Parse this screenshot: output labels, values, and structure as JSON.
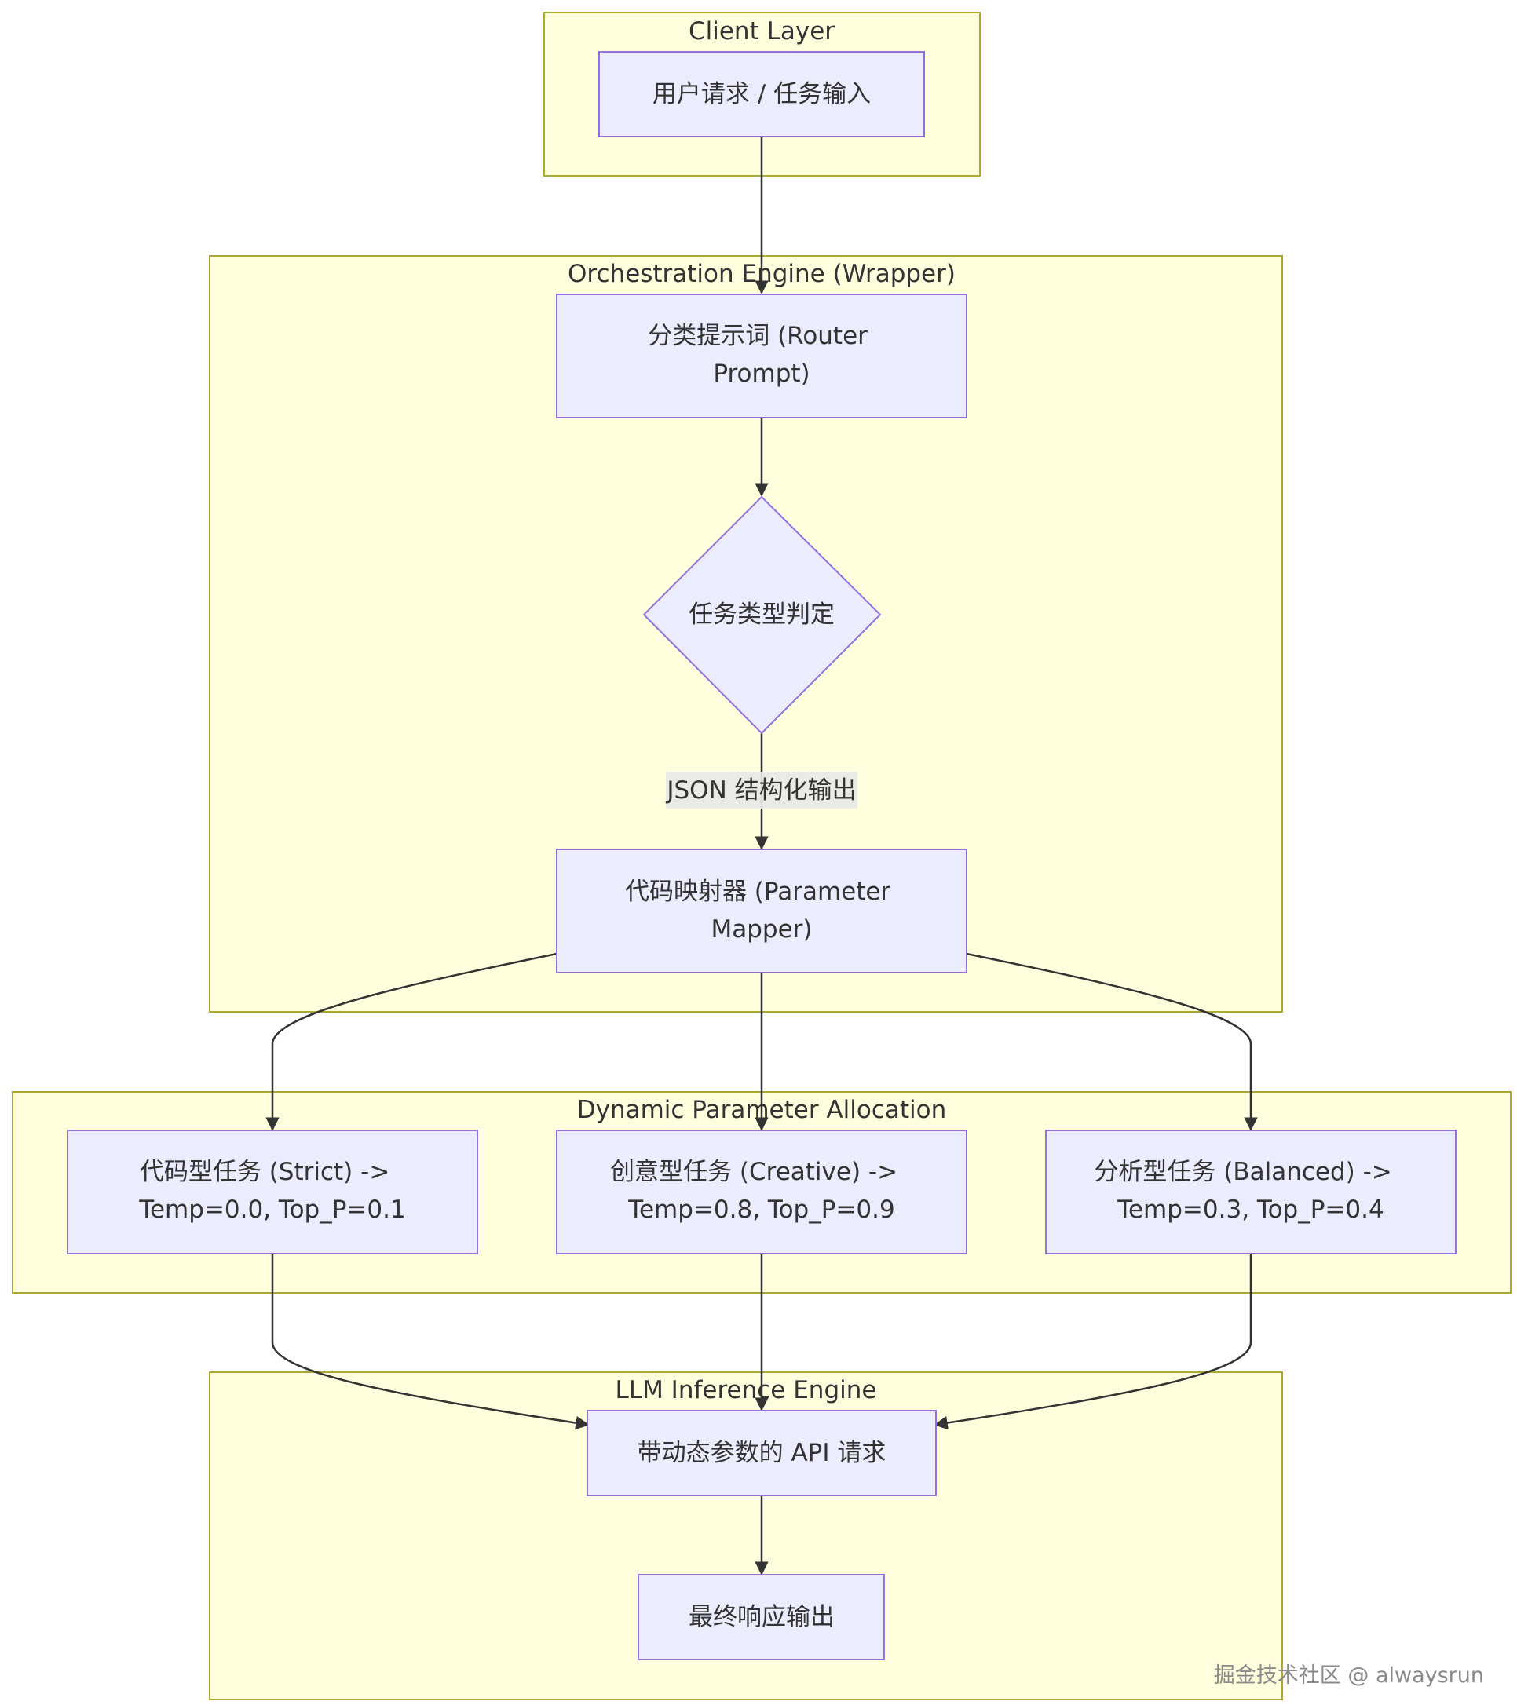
{
  "clusters": {
    "client": {
      "label": "Client Layer"
    },
    "orchestration": {
      "label": "Orchestration Engine (Wrapper)"
    },
    "dynamic": {
      "label": "Dynamic Parameter Allocation"
    },
    "llm": {
      "label": "LLM Inference Engine"
    }
  },
  "nodes": {
    "user_request": {
      "lines": [
        "用户请求 / 任务输入"
      ]
    },
    "router_prompt": {
      "lines": [
        "分类提示词 (Router",
        "Prompt)"
      ]
    },
    "task_type": {
      "lines": [
        "任务类型判定"
      ]
    },
    "parameter_mapper": {
      "lines": [
        "代码映射器 (Parameter",
        "Mapper)"
      ]
    },
    "code_task": {
      "lines": [
        "代码型任务 (Strict) ->",
        "Temp=0.0, Top_P=0.1"
      ]
    },
    "creative_task": {
      "lines": [
        "创意型任务 (Creative) ->",
        "Temp=0.8, Top_P=0.9"
      ]
    },
    "analysis_task": {
      "lines": [
        "分析型任务 (Balanced) ->",
        "Temp=0.3, Top_P=0.4"
      ]
    },
    "api_request": {
      "lines": [
        "带动态参数的 API 请求"
      ]
    },
    "final_output": {
      "lines": [
        "最终响应输出"
      ]
    }
  },
  "edges": {
    "json_output": {
      "label": "JSON 结构化输出"
    }
  },
  "watermark": {
    "text": "掘金技术社区 @ alwaysrun"
  }
}
